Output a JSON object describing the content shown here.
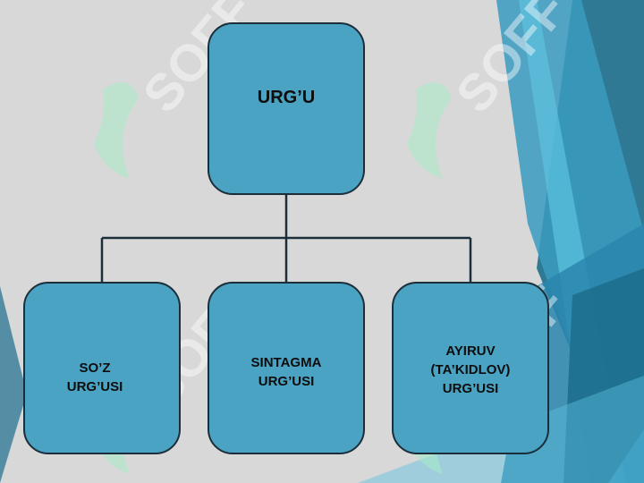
{
  "diagram": {
    "root": {
      "label": "URG’U"
    },
    "children": [
      {
        "label": "SO’Z\nURG’USI"
      },
      {
        "label": "SINTAGMA\nURG’USI"
      },
      {
        "label": "AYIRUV\n(TA’KIDLOV)\nURG’USI"
      }
    ]
  },
  "colors": {
    "background": "#d8d8d8",
    "node_fill": "#4aa3c3",
    "node_border": "#1c2e3a",
    "connector": "#1c2e3a",
    "accent_dark": "#1e6f8e",
    "accent_light": "#5cc2e0"
  },
  "watermark": {
    "text": "SOFF",
    "icon": "stylized-leaf-logo"
  }
}
